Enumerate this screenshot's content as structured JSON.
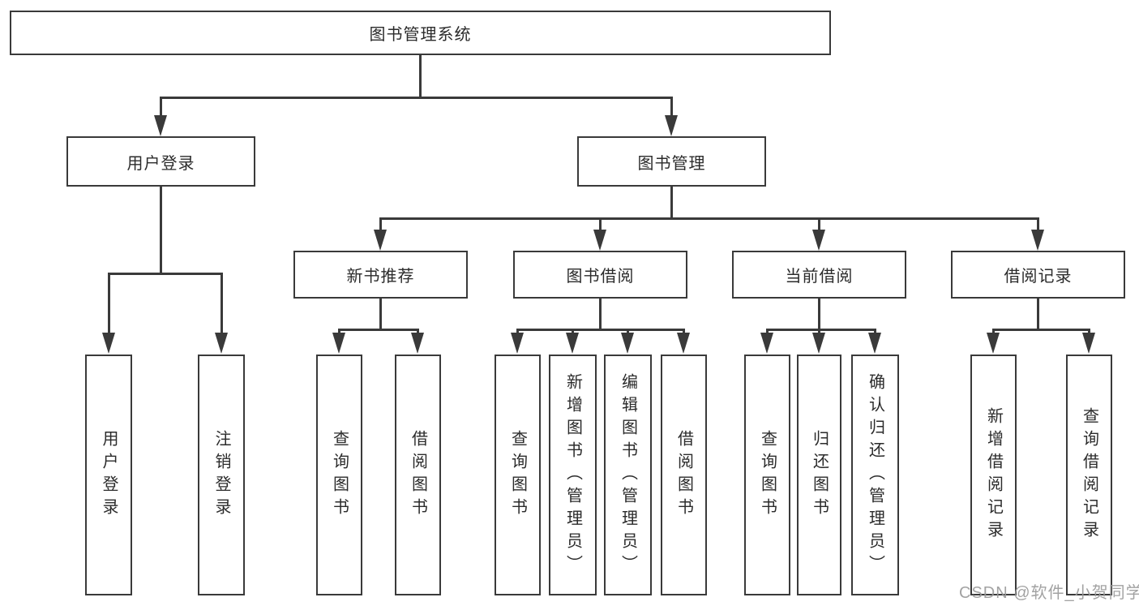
{
  "colors": {
    "line": "#3a3a3a",
    "box_border": "#3a3a3a",
    "text": "#2b2b2b",
    "watermark": "#9b9b9b",
    "background": "#ffffff"
  },
  "watermark": {
    "text": "CSDN @软件_小贺同学"
  },
  "tree": {
    "root": {
      "label": "图书管理系统"
    },
    "branches": [
      {
        "label": "用户登录",
        "leaves": [
          {
            "label": "用户登录"
          },
          {
            "label": "注销登录"
          }
        ]
      },
      {
        "label": "图书管理",
        "groups": [
          {
            "label": "新书推荐",
            "leaves": [
              {
                "label": "查询图书"
              },
              {
                "label": "借阅图书"
              }
            ]
          },
          {
            "label": "图书借阅",
            "leaves": [
              {
                "label": "查询图书"
              },
              {
                "label": "新增图书（管理员）"
              },
              {
                "label": "编辑图书（管理员）"
              },
              {
                "label": "借阅图书"
              }
            ]
          },
          {
            "label": "当前借阅",
            "leaves": [
              {
                "label": "查询图书"
              },
              {
                "label": "归还图书"
              },
              {
                "label": "确认归还（管理员）"
              }
            ]
          },
          {
            "label": "借阅记录",
            "leaves": [
              {
                "label": "新增借阅记录"
              },
              {
                "label": "查询借阅记录"
              }
            ]
          }
        ]
      }
    ]
  }
}
